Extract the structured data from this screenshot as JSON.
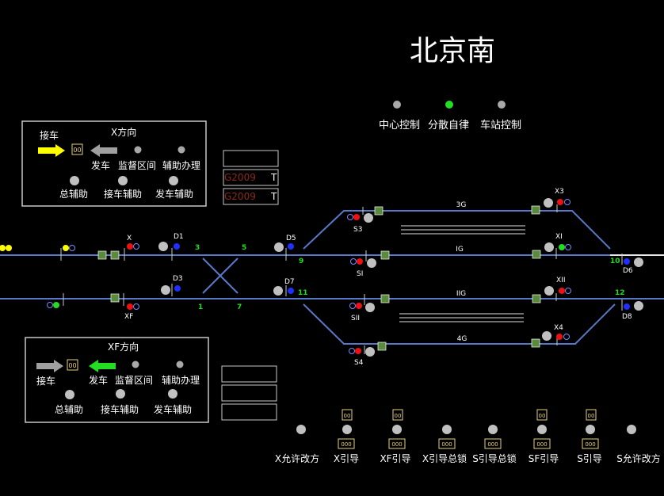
{
  "station_name": "北京南",
  "control_modes": [
    {
      "label": "中心控制",
      "active": false
    },
    {
      "label": "分散自律",
      "active": true
    },
    {
      "label": "车站控制",
      "active": false
    }
  ],
  "x_direction_panel": {
    "title": "X方向",
    "receive_label": "接车",
    "count": "00",
    "depart_label": "发车",
    "monitor_label": "监督区间",
    "assist_op_label": "辅助办理",
    "total_assist_label": "总辅助",
    "receive_assist_label": "接车辅助",
    "depart_assist_label": "发车辅助"
  },
  "xf_direction_panel": {
    "title": "XF方向",
    "receive_label": "接车",
    "count": "00",
    "depart_label": "发车",
    "monitor_label": "监督区间",
    "assist_op_label": "辅助办理",
    "total_assist_label": "总辅助",
    "receive_assist_label": "接车辅助",
    "depart_assist_label": "发车辅助"
  },
  "train_windows": [
    {
      "number": "G2009",
      "suffix": "T"
    },
    {
      "number": "G2009",
      "suffix": "T"
    }
  ],
  "tracks": {
    "upper_main": "IG",
    "lower_main": "IIG",
    "siding_3": "3G",
    "siding_4": "4G"
  },
  "signals": {
    "X": "X",
    "XF": "XF",
    "D1": "D1",
    "D3": "D3",
    "D5": "D5",
    "D7": "D7",
    "S3": "S3",
    "SI": "SI",
    "SII": "SII",
    "S4": "S4",
    "X3": "X3",
    "XI": "XI",
    "XII": "XII",
    "X4": "X4",
    "D6": "D6",
    "D8": "D8"
  },
  "switch_numbers": [
    "3",
    "5",
    "9",
    "1",
    "7",
    "11",
    "10",
    "12"
  ],
  "bottom_buttons": [
    {
      "label": "X允许改方",
      "counter": "",
      "counter2": ""
    },
    {
      "label": "X引导",
      "counter": "00",
      "counter2": "000"
    },
    {
      "label": "XF引导",
      "counter": "00",
      "counter2": "000"
    },
    {
      "label": "X引导总锁",
      "counter": "",
      "counter2": "000"
    },
    {
      "label": "S引导总锁",
      "counter": "",
      "counter2": "000"
    },
    {
      "label": "SF引导",
      "counter": "00",
      "counter2": "000"
    },
    {
      "label": "S引导",
      "counter": "00",
      "counter2": "000"
    },
    {
      "label": "S允许改方",
      "counter": "",
      "counter2": ""
    }
  ],
  "colors": {
    "track": "#5a78c8",
    "green_text": "#22dd22",
    "yellow": "#ffff00",
    "white": "#ffffff",
    "red": "#ee1111",
    "blue": "#1f2fff",
    "grey_lamp": "#a8a8a8"
  }
}
